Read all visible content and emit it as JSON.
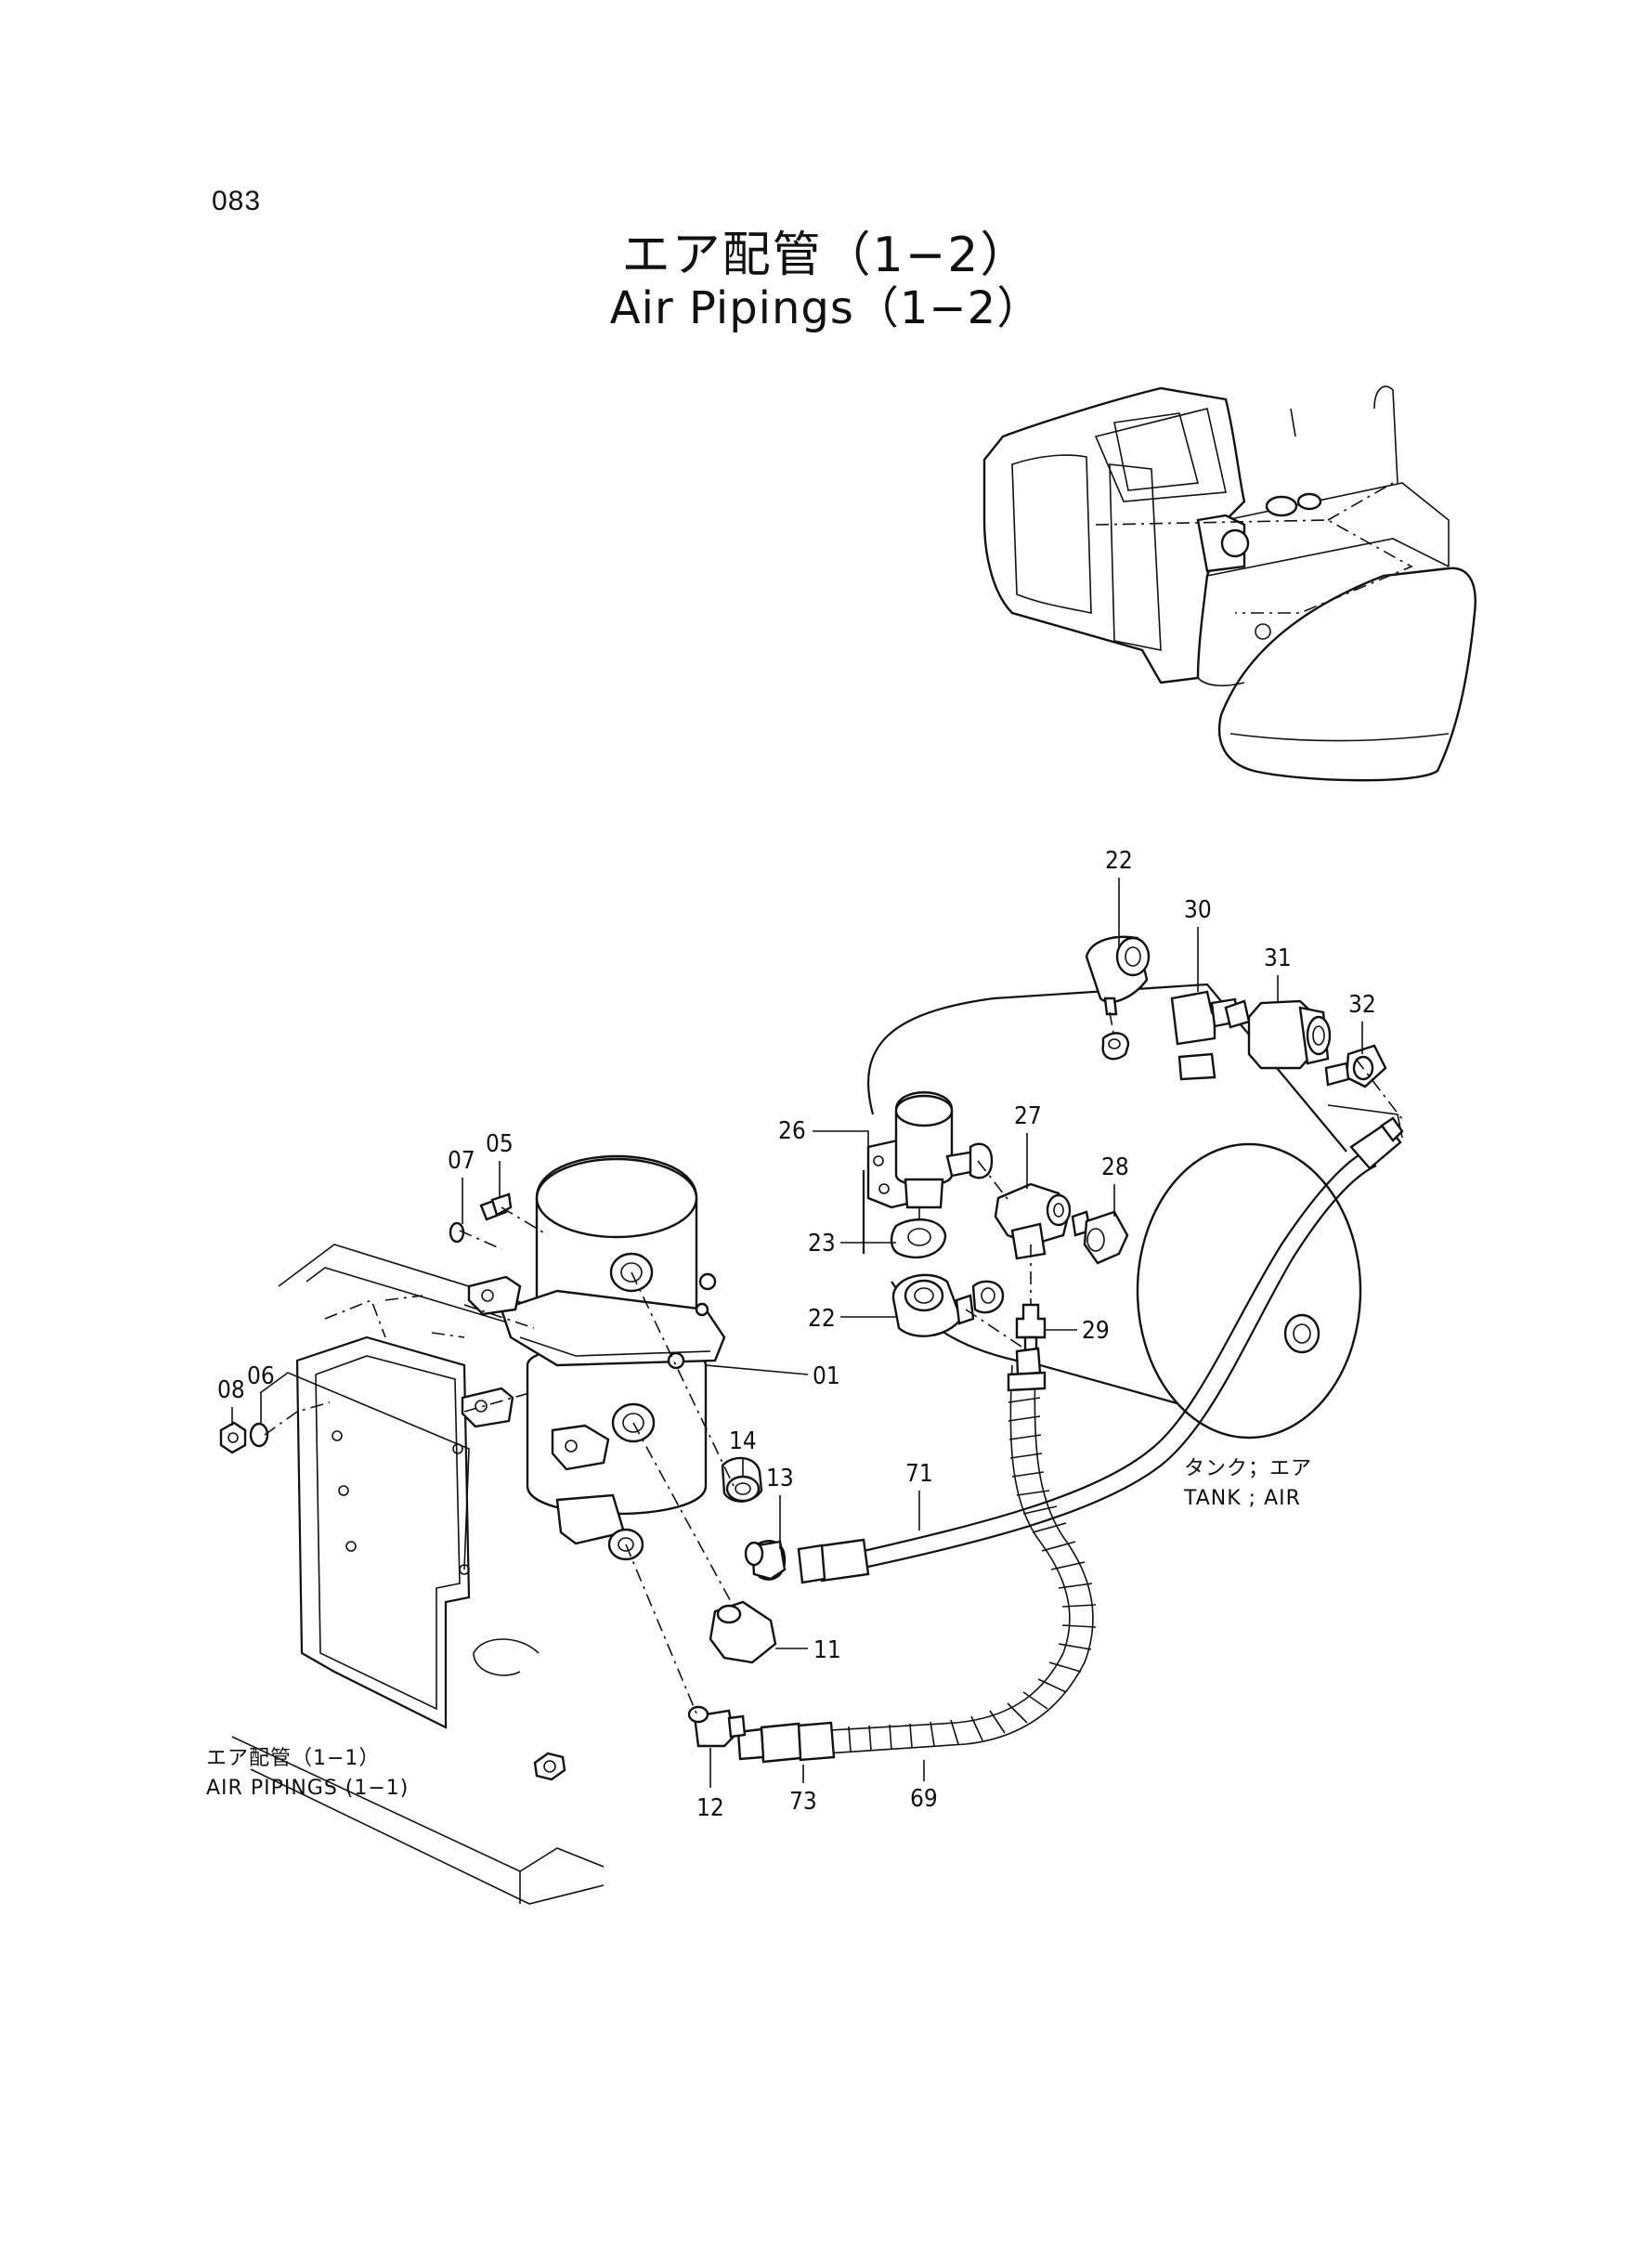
{
  "page_number": "083",
  "title_ja": "エア配管（1−2）",
  "title_en": "Air Pipings（1−2）",
  "notes": {
    "tank_ja": "タンク；エア",
    "tank_en": "TANK ; AIR",
    "ref_ja": "エア配管（1−1）",
    "ref_en": "AIR PIPINGS (1−1)"
  },
  "labels": {
    "p22a": "22",
    "p30": "30",
    "p31": "31",
    "p32": "32",
    "p26": "26",
    "p27": "27",
    "p28": "28",
    "p23": "23",
    "p22b": "22",
    "p29": "29",
    "p05": "05",
    "p07": "07",
    "p08": "08",
    "p06": "06",
    "p01": "01",
    "p14": "14",
    "p13": "13",
    "p71": "71",
    "p11": "11",
    "p12": "12",
    "p73": "73",
    "p69": "69"
  }
}
